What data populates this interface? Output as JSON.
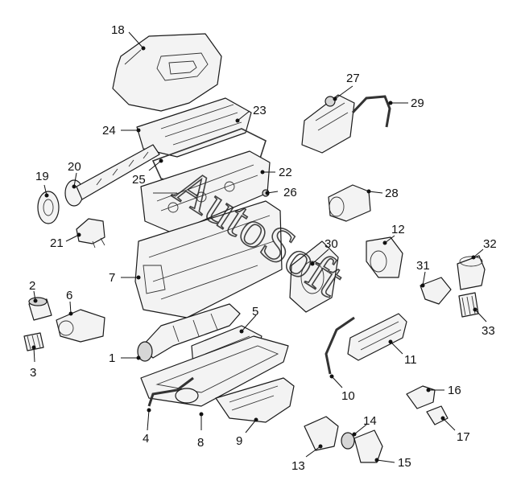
{
  "watermark": "AutoSoft",
  "callouts": {
    "c1": "1",
    "c2": "2",
    "c3": "3",
    "c4": "4",
    "c5": "5",
    "c6": "6",
    "c7": "7",
    "c8": "8",
    "c9": "9",
    "c10": "10",
    "c11": "11",
    "c12": "12",
    "c13": "13",
    "c14": "14",
    "c15": "15",
    "c16": "16",
    "c17": "17",
    "c18": "18",
    "c19": "19",
    "c20": "20",
    "c21": "21",
    "c22": "22",
    "c23": "23",
    "c24": "24",
    "c25": "25",
    "c26": "26",
    "c27": "27",
    "c28": "28",
    "c29": "29",
    "c30": "30",
    "c31": "31",
    "c32": "32",
    "c33": "33"
  }
}
